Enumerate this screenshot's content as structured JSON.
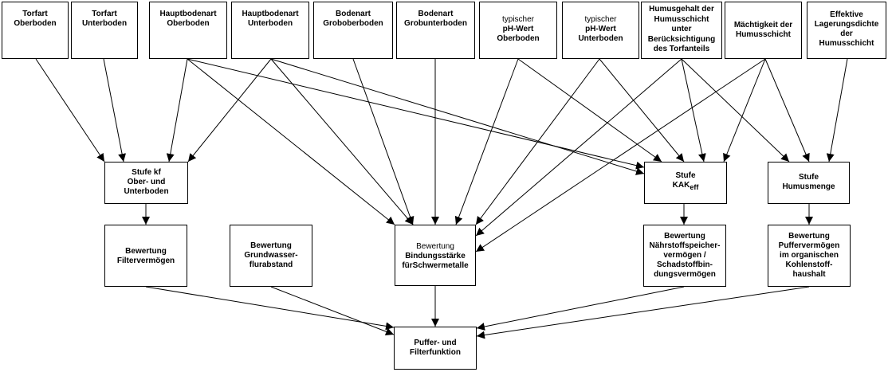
{
  "top_row": {
    "torfart_ober": [
      "Torfart",
      "Oberboden"
    ],
    "torfart_unter": [
      "Torfart",
      "Unterboden"
    ],
    "hauptbodenart_ober": [
      "Hauptbodenart",
      "Oberboden"
    ],
    "hauptbodenart_unter": [
      "Hauptbodenart",
      "Unterboden"
    ],
    "bodenart_grob_ober": [
      "Bodenart",
      "Groboberboden"
    ],
    "bodenart_grob_unter": [
      "Bodenart",
      "Grobunterboden"
    ],
    "ph_ober": [
      "typischer",
      "pH-Wert",
      "Oberboden"
    ],
    "ph_unter": [
      "typischer",
      "pH-Wert",
      "Unterboden"
    ],
    "humusgehalt": [
      "Humusgehalt der",
      "Humusschicht",
      "unter",
      "Berücksichtigung",
      "des Torfanteils"
    ],
    "maechtigkeit": [
      "Mächtigkeit der",
      "Humusschicht"
    ],
    "lagerungsdichte": [
      "Effektive",
      "Lagerungsdichte",
      "der",
      "Humusschicht"
    ]
  },
  "middle_row": {
    "stufe_kf": [
      "Stufe kf",
      "Ober- und",
      "Unterboden"
    ],
    "stufe_kak_title": "Stufe",
    "stufe_kak_main": "KAK",
    "stufe_kak_sub": "eff",
    "stufe_humusmenge": [
      "Stufe",
      "Humusmenge"
    ]
  },
  "bewertung_row": {
    "filtervermoegen": [
      "Bewertung",
      "Filtervermögen"
    ],
    "grundwasser": [
      "Bewertung",
      "Grundwasser-",
      "flurabstand"
    ],
    "bindungsstaerke": [
      "Bewertung",
      "Bindungsstärke",
      "fürSchwermetalle"
    ],
    "naehrstoff": [
      "Bewertung",
      "Nährstoffspeicher-",
      "vermögen /",
      "Schadstoffbin-",
      "dungsvermögen"
    ],
    "puffer": [
      "Bewertung",
      "Puffervermögen",
      "im organischen",
      "Kohlenstoff-",
      "haushalt"
    ]
  },
  "bottom": {
    "puffer_filter": [
      "Puffer- und",
      "Filterfunktion"
    ]
  }
}
